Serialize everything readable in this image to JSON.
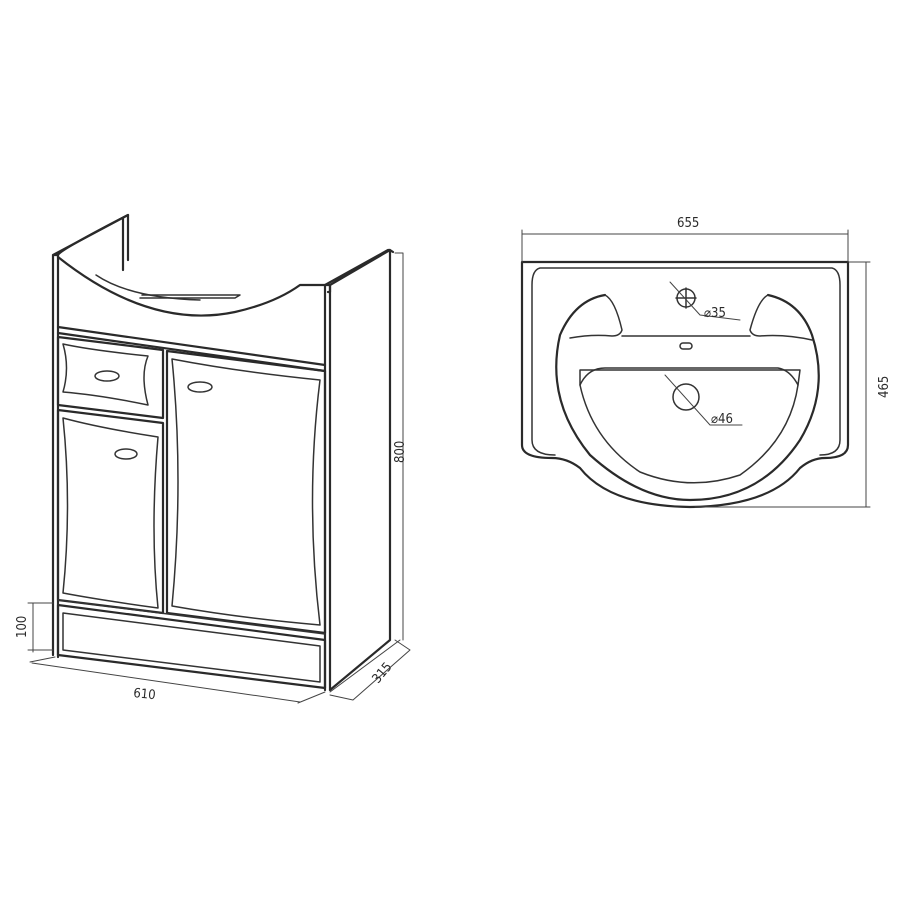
{
  "vanity": {
    "dimensions": {
      "height": "800",
      "plinth_height": "100",
      "width": "610",
      "depth": "315"
    }
  },
  "basin": {
    "dimensions": {
      "width": "655",
      "depth": "465",
      "tap_hole": "⌀35",
      "drain_hole": "⌀46"
    }
  }
}
